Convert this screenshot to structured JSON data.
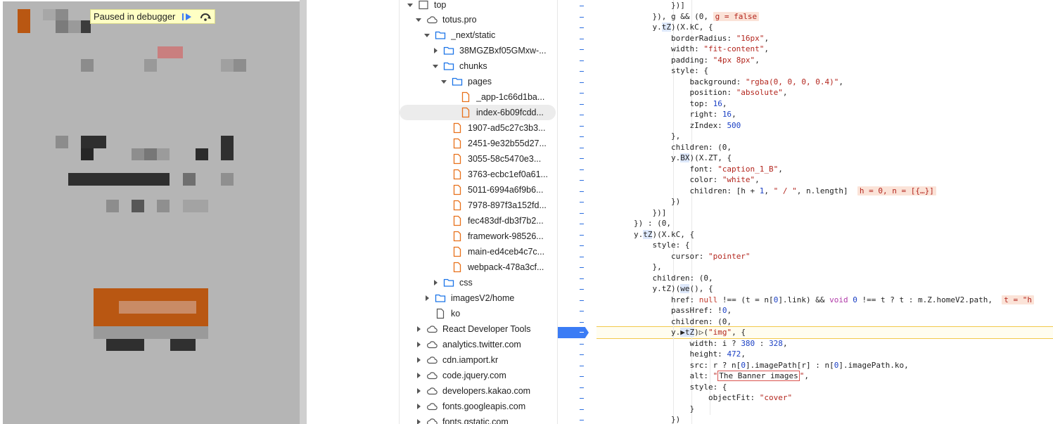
{
  "debugger": {
    "banner_label": "Paused in debugger",
    "resume_icon": "resume-icon",
    "step_over_icon": "step-over-icon"
  },
  "tree": {
    "items": [
      {
        "label": "top",
        "icon": "frame-icon",
        "expanded": true,
        "depth": 0
      },
      {
        "label": "totus.pro",
        "icon": "cloud-icon",
        "expanded": true,
        "depth": 1
      },
      {
        "label": "_next/static",
        "icon": "folder-icon",
        "expanded": true,
        "depth": 2
      },
      {
        "label": "38MGZBxf05GMxw-...",
        "icon": "folder-icon",
        "expanded": false,
        "depth": 3
      },
      {
        "label": "chunks",
        "icon": "folder-icon",
        "expanded": true,
        "depth": 3
      },
      {
        "label": "pages",
        "icon": "folder-icon",
        "expanded": true,
        "depth": 4
      },
      {
        "label": "_app-1c66d1ba...",
        "icon": "file-icon",
        "depth": 5
      },
      {
        "label": "index-6b09fcdd...",
        "icon": "file-icon",
        "depth": 5,
        "selected": true
      },
      {
        "label": "1907-ad5c27c3b3...",
        "icon": "file-icon",
        "depth": 4
      },
      {
        "label": "2451-9e32b55d27...",
        "icon": "file-icon",
        "depth": 4
      },
      {
        "label": "3055-58c5470e3...",
        "icon": "file-icon",
        "depth": 4
      },
      {
        "label": "3763-ecbc1ef0a61...",
        "icon": "file-icon",
        "depth": 4
      },
      {
        "label": "5011-6994a6f9b6...",
        "icon": "file-icon",
        "depth": 4
      },
      {
        "label": "7978-897f3a152fd...",
        "icon": "file-icon",
        "depth": 4
      },
      {
        "label": "fec483df-db3f7b2...",
        "icon": "file-icon",
        "depth": 4
      },
      {
        "label": "framework-98526...",
        "icon": "file-icon",
        "depth": 4
      },
      {
        "label": "main-ed4ceb4c7c...",
        "icon": "file-icon",
        "depth": 4
      },
      {
        "label": "webpack-478a3cf...",
        "icon": "file-icon",
        "depth": 4
      },
      {
        "label": "css",
        "icon": "folder-icon",
        "expanded": false,
        "depth": 3
      },
      {
        "label": "imagesV2/home",
        "icon": "folder-icon",
        "expanded": false,
        "depth": 2
      },
      {
        "label": "ko",
        "icon": "document-icon",
        "depth": 2
      },
      {
        "label": "React Developer Tools",
        "icon": "cloud-icon",
        "expanded": false,
        "depth": 1
      },
      {
        "label": "analytics.twitter.com",
        "icon": "cloud-icon",
        "expanded": false,
        "depth": 1
      },
      {
        "label": "cdn.iamport.kr",
        "icon": "cloud-icon",
        "expanded": false,
        "depth": 1
      },
      {
        "label": "code.jquery.com",
        "icon": "cloud-icon",
        "expanded": false,
        "depth": 1
      },
      {
        "label": "developers.kakao.com",
        "icon": "cloud-icon",
        "expanded": false,
        "depth": 1
      },
      {
        "label": "fonts.googleapis.com",
        "icon": "cloud-icon",
        "expanded": false,
        "depth": 1
      },
      {
        "label": "fonts.gstatic.com",
        "icon": "cloud-icon",
        "expanded": false,
        "depth": 1
      }
    ]
  },
  "code": {
    "lines": [
      [
        [
          "",
          "                })]"
        ]
      ],
      [
        [
          "",
          "            }), g && (0, "
        ],
        [
          "inl",
          "g = false"
        ]
      ],
      [
        [
          "",
          "            y."
        ],
        [
          "hl",
          "tZ"
        ],
        [
          "",
          ")(X.kC, {"
        ]
      ],
      [
        [
          "",
          "                borderRadius: "
        ],
        [
          "s",
          "\"16px\""
        ],
        [
          "",
          ","
        ]
      ],
      [
        [
          "",
          "                width: "
        ],
        [
          "s",
          "\"fit-content\""
        ],
        [
          "",
          ","
        ]
      ],
      [
        [
          "",
          "                padding: "
        ],
        [
          "s",
          "\"4px 8px\""
        ],
        [
          "",
          ","
        ]
      ],
      [
        [
          "",
          "                style: {"
        ]
      ],
      [
        [
          "",
          "                    background: "
        ],
        [
          "s",
          "\"rgba(0, 0, 0, 0.4)\""
        ],
        [
          "",
          ","
        ]
      ],
      [
        [
          "",
          "                    position: "
        ],
        [
          "s",
          "\"absolute\""
        ],
        [
          "",
          ","
        ]
      ],
      [
        [
          "",
          "                    top: "
        ],
        [
          "n",
          "16"
        ],
        [
          "",
          ","
        ]
      ],
      [
        [
          "",
          "                    right: "
        ],
        [
          "n",
          "16"
        ],
        [
          "",
          ","
        ]
      ],
      [
        [
          "",
          "                    zIndex: "
        ],
        [
          "n",
          "500"
        ]
      ],
      [
        [
          "",
          "                },"
        ]
      ],
      [
        [
          "",
          "                children: (0,"
        ]
      ],
      [
        [
          "",
          "                y."
        ],
        [
          "hl",
          "BX"
        ],
        [
          "",
          ")(X.ZT, {"
        ]
      ],
      [
        [
          "",
          "                    font: "
        ],
        [
          "s",
          "\"caption_1_B\""
        ],
        [
          "",
          ","
        ]
      ],
      [
        [
          "",
          "                    color: "
        ],
        [
          "s",
          "\"white\""
        ],
        [
          "",
          ","
        ]
      ],
      [
        [
          "",
          "                    children: [h + "
        ],
        [
          "n",
          "1"
        ],
        [
          "",
          ", "
        ],
        [
          "s",
          "\" / \""
        ],
        [
          "",
          ", n.length]  "
        ],
        [
          "inl",
          "h = 0, n = [{…}]"
        ]
      ],
      [
        [
          "",
          "                })"
        ]
      ],
      [
        [
          "",
          "            })]"
        ]
      ],
      [
        [
          "",
          "        }) : (0,"
        ]
      ],
      [
        [
          "",
          "        y."
        ],
        [
          "hl",
          "tZ"
        ],
        [
          "",
          ")(X.kC, {"
        ]
      ],
      [
        [
          "",
          "            style: {"
        ]
      ],
      [
        [
          "",
          "                cursor: "
        ],
        [
          "s",
          "\"pointer\""
        ]
      ],
      [
        [
          "",
          "            },"
        ]
      ],
      [
        [
          "",
          "            children: (0,"
        ]
      ],
      [
        [
          "",
          "            y.tZ)("
        ],
        [
          "hl",
          "we"
        ],
        [
          "",
          "(), {"
        ]
      ],
      [
        [
          "",
          "                href: "
        ],
        [
          "nul",
          "null"
        ],
        [
          "",
          " !== (t = n["
        ],
        [
          "n",
          "0"
        ],
        [
          "",
          "].link) && "
        ],
        [
          "kw",
          "void"
        ],
        [
          "",
          " "
        ],
        [
          "n",
          "0"
        ],
        [
          "",
          " !== t ? t : m.Z.homeV2.path,  "
        ],
        [
          "inl",
          "t = \"h"
        ]
      ],
      [
        [
          "",
          "                passHref: !"
        ],
        [
          "n",
          "0"
        ],
        [
          "",
          ","
        ]
      ],
      [
        [
          "",
          "                children: (0,"
        ]
      ],
      [
        [
          "",
          "                y."
        ],
        [
          "hl",
          "▶tZ"
        ],
        [
          "",
          ")▷("
        ],
        [
          "s",
          "\"img\""
        ],
        [
          "",
          ", {"
        ]
      ],
      [
        [
          "",
          "                    width: i ? "
        ],
        [
          "n",
          "380"
        ],
        [
          "",
          " : "
        ],
        [
          "n",
          "328"
        ],
        [
          "",
          ","
        ]
      ],
      [
        [
          "",
          "                    height: "
        ],
        [
          "n",
          "472"
        ],
        [
          "",
          ","
        ]
      ],
      [
        [
          "",
          "                    src: r ? n["
        ],
        [
          "n",
          "0"
        ],
        [
          "",
          "].imagePath[r] : n["
        ],
        [
          "n",
          "0"
        ],
        [
          "",
          "].imagePath.ko,"
        ]
      ],
      [
        [
          "",
          "                    alt: "
        ],
        [
          "s",
          "\""
        ],
        [
          "boxred",
          "The Banner images"
        ],
        [
          "s",
          "\""
        ],
        [
          "",
          ","
        ]
      ],
      [
        [
          "",
          "                    style: {"
        ]
      ],
      [
        [
          "",
          "                        objectFit: "
        ],
        [
          "s",
          "\"cover\""
        ]
      ],
      [
        [
          "",
          "                    }"
        ]
      ],
      [
        [
          "",
          "                })"
        ]
      ]
    ]
  },
  "colors": {
    "accent": "#3b7cf5",
    "orange_block": "#b95712",
    "file_icon": "#e8701a",
    "folder_icon": "#1a73e8"
  }
}
